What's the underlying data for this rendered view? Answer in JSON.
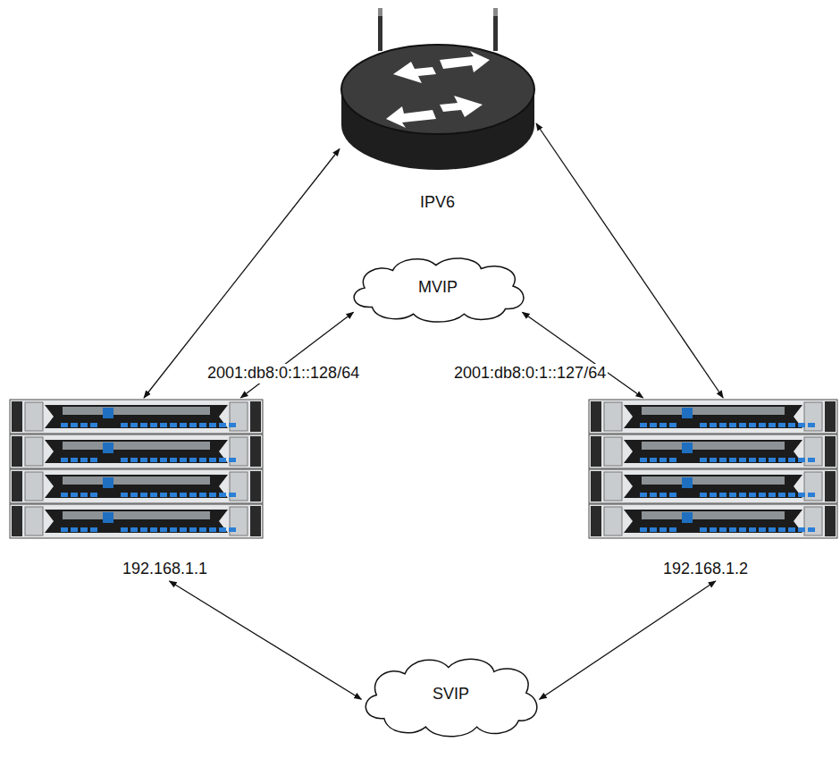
{
  "diagram": {
    "nodes": [
      {
        "text": [
          "IPV6"
        ]
      },
      {
        "text": [
          "MVIP"
        ]
      },
      {
        "text": [
          "192.168.1.1"
        ]
      },
      {
        "text": [
          "192.168.1.2"
        ]
      },
      {
        "text": [
          "SVIP"
        ]
      }
    ],
    "edges": [
      {
        "from": 0,
        "to": 2,
        "arrow": "both"
      },
      {
        "from": 0,
        "to": 3,
        "arrow": "both"
      },
      {
        "from": 1,
        "to": 2,
        "arrow": "both",
        "label": "2001:db8:0:1::128/64"
      },
      {
        "from": 1,
        "to": 3,
        "arrow": "both",
        "label": "2001:db8:0:1::127/64"
      },
      {
        "from": 2,
        "to": 4,
        "arrow": "both"
      },
      {
        "from": 3,
        "to": 4,
        "arrow": "both"
      }
    ]
  }
}
